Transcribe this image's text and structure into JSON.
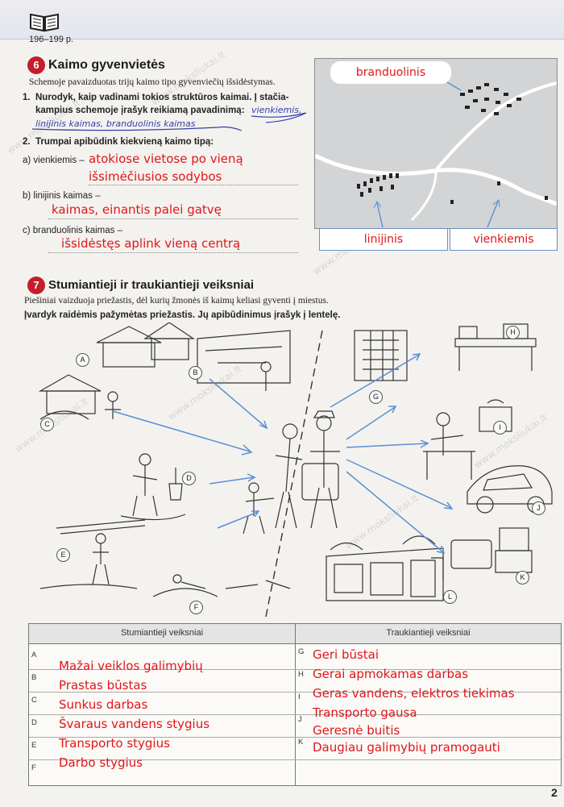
{
  "header": {
    "pages": "196–199 p.",
    "book_icon": "open-book-icon",
    "page_number": "2"
  },
  "section6": {
    "number": "6",
    "title": "Kaimo gyvenvietės",
    "intro": "Schemoje pavaizduotas trijų kaimo tipo gyvenviečių išsidėstymas.",
    "q1_num": "1.",
    "q1_line1": "Nurodyk, kaip vadinami tokios struktūros kaimai. Į stačia-",
    "q1_line2": "kampius schemoje įrašyk reikiamą pavadinimą:",
    "q1_hand_a": "vienkiemis,",
    "q1_hand_b": "linijinis kaimas, branduolinis kaimas",
    "q2_num": "2.",
    "q2_text": "Trumpai apibūdink kiekvieną kaimo tipą:",
    "a_label": "a) vienkiemis –",
    "a_answer_1": "atokiose vietose po vieną",
    "a_answer_2": "išsimėčiusios sodybos",
    "b_label": "b) linijinis kaimas –",
    "b_answer": "kaimas, einantis palei gatvę",
    "c_label": "c) branduolinis kaimas –",
    "c_answer": "išsidėstęs aplink vieną centrą"
  },
  "map": {
    "label_top": "branduolinis",
    "label_left": "linijinis",
    "label_right": "vienkiemis"
  },
  "section7": {
    "number": "7",
    "title": "Stumiantieji ir traukiantieji veiksniai",
    "intro": "Piešiniai vaizduoja priežastis, dėl kurių žmonės iš kaimų keliasi gyventi į miestus.",
    "task": "Įvardyk raidėmis pažymėtas priežastis. Jų apibūdinimus įrašyk į lentelę.",
    "letters": [
      "A",
      "B",
      "C",
      "D",
      "E",
      "F",
      "G",
      "H",
      "I",
      "J",
      "K",
      "L"
    ]
  },
  "table": {
    "head_left": "Stumiantieji veiksniai",
    "head_right": "Traukiantieji veiksniai",
    "rows": [
      {
        "l": "A",
        "push": "Mažai veiklos galimybių",
        "r": "G",
        "pull": "Geri būstai"
      },
      {
        "l": "B",
        "push": "Prastas būstas",
        "r": "H",
        "pull": "Gerai apmokamas darbas"
      },
      {
        "l": "C",
        "push": "Sunkus darbas",
        "r": "I",
        "pull": "Geras vandens, elektros tiekimas"
      },
      {
        "l": "D",
        "push": "Švaraus vandens stygius",
        "r": "J",
        "pull": "Transporto gausa"
      },
      {
        "l": "E",
        "push": "Transporto stygius",
        "r": "K",
        "pull": "Geresnė buitis"
      },
      {
        "l": "F",
        "push": "Darbo stygius",
        "r": "",
        "pull": "Daugiau galimybių pramogauti"
      }
    ]
  },
  "watermark": "www.moksliukai.lt"
}
